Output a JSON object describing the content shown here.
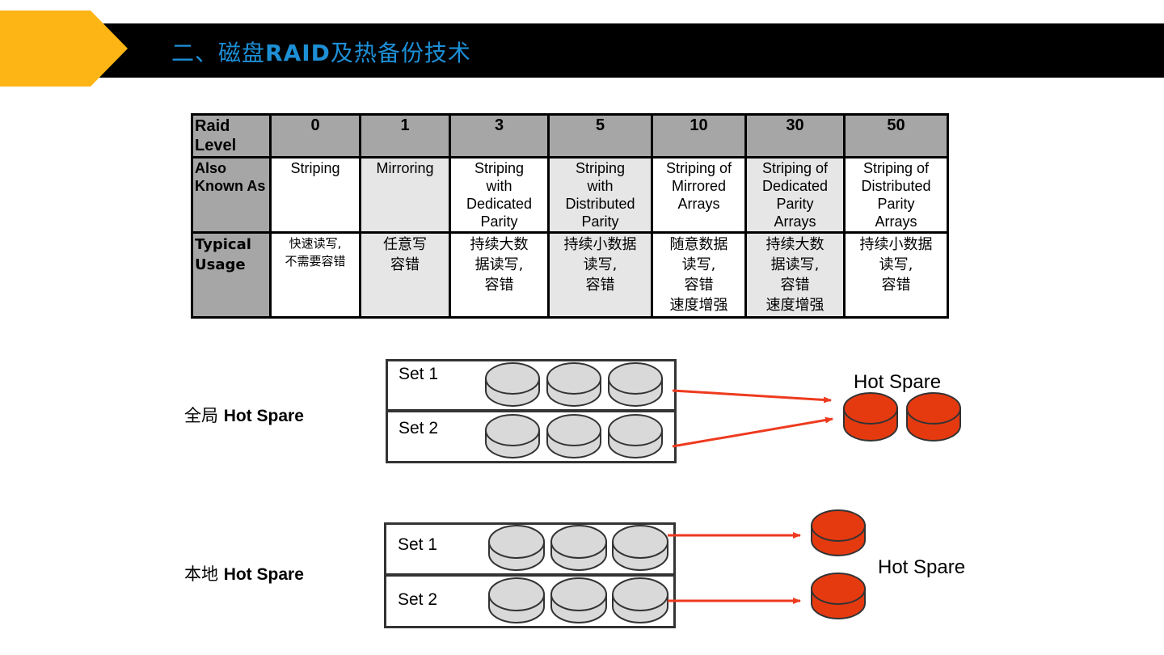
{
  "header": {
    "title_prefix": "二、磁盘",
    "title_bold": "RAID",
    "title_suffix": "及热备份技术",
    "accent_color": "#FDB515",
    "title_color": "#1D8FD6"
  },
  "table": {
    "row_headers": [
      "Raid Level",
      "Also Known As",
      "Typical Usage"
    ],
    "columns": [
      {
        "level": "0",
        "aka": [
          "Striping"
        ],
        "usage": [
          "快速读写,",
          "不需要容错"
        ],
        "shaded": false
      },
      {
        "level": "1",
        "aka": [
          "Mirroring"
        ],
        "usage": [
          "任意写",
          "容错"
        ],
        "shaded": true
      },
      {
        "level": "3",
        "aka": [
          "Striping",
          "with",
          "Dedicated",
          "Parity"
        ],
        "usage": [
          "持续大数",
          "据读写,",
          "容错"
        ],
        "shaded": false
      },
      {
        "level": "5",
        "aka": [
          "Striping",
          "with",
          "Distributed",
          "Parity"
        ],
        "usage": [
          "持续小数据",
          "读写,",
          "容错"
        ],
        "shaded": true
      },
      {
        "level": "10",
        "aka": [
          "Striping of",
          "Mirrored",
          "Arrays"
        ],
        "usage": [
          "随意数据",
          "读写,",
          "容错",
          "速度增强"
        ],
        "shaded": false
      },
      {
        "level": "30",
        "aka": [
          "Striping of",
          "Dedicated",
          "Parity",
          "Arrays"
        ],
        "usage": [
          "持续大数",
          "据读写,",
          "容错",
          "速度增强"
        ],
        "shaded": true
      },
      {
        "level": "50",
        "aka": [
          "Striping of",
          "Distributed",
          "Parity",
          "Arrays"
        ],
        "usage": [
          "持续小数据",
          "读写,",
          "容错"
        ],
        "shaded": false
      }
    ]
  },
  "global_diagram": {
    "label_cn": "全局",
    "label_en": "Hot Spare",
    "sets": [
      "Set 1",
      "Set 2"
    ],
    "hot_spare_label": "Hot Spare"
  },
  "local_diagram": {
    "label_cn": "本地",
    "label_en": "Hot Spare",
    "sets": [
      "Set 1",
      "Set 2"
    ],
    "hot_spare_label": "Hot Spare"
  },
  "colors": {
    "disk_gray": "#D9D9D9",
    "spare_red": "#E53A10",
    "arrow_red": "#EE3A1E"
  }
}
